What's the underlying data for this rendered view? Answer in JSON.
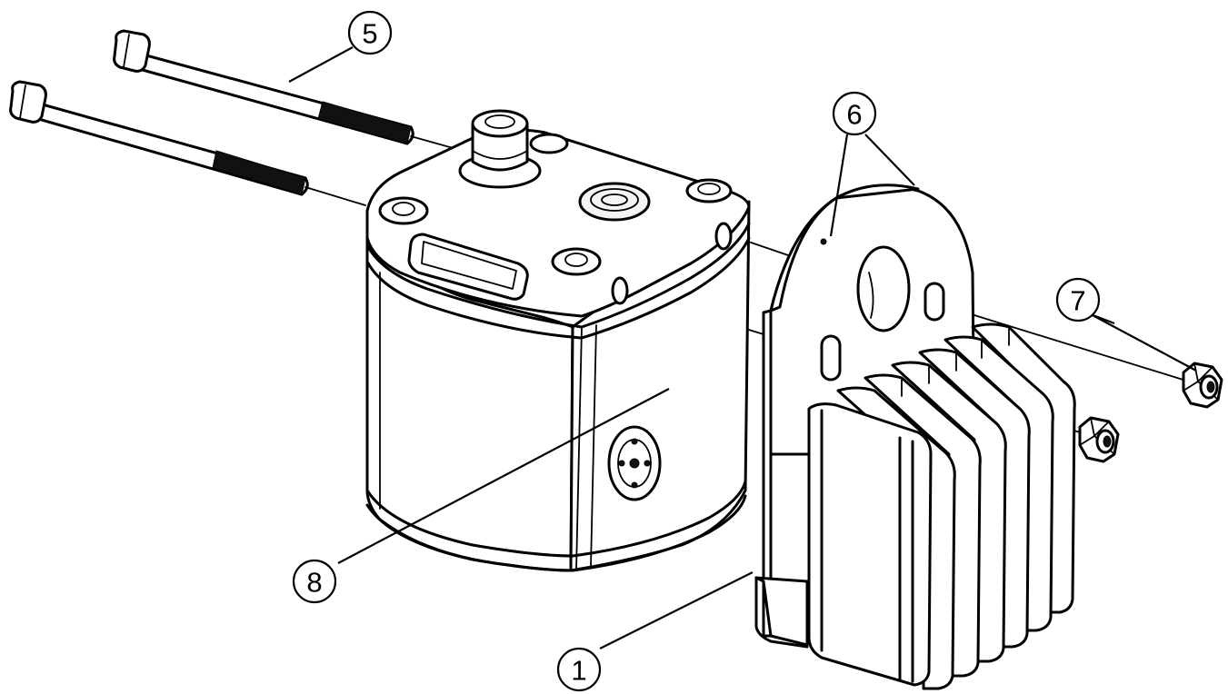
{
  "callouts": [
    {
      "id": "5",
      "label": "5",
      "part": "long-screw"
    },
    {
      "id": "6",
      "label": "6",
      "part": "heat-sink-flange"
    },
    {
      "id": "7",
      "label": "7",
      "part": "hex-nut"
    },
    {
      "id": "8",
      "label": "8",
      "part": "sensor-housing"
    },
    {
      "id": "1",
      "label": "1",
      "part": "heat-sink"
    }
  ]
}
